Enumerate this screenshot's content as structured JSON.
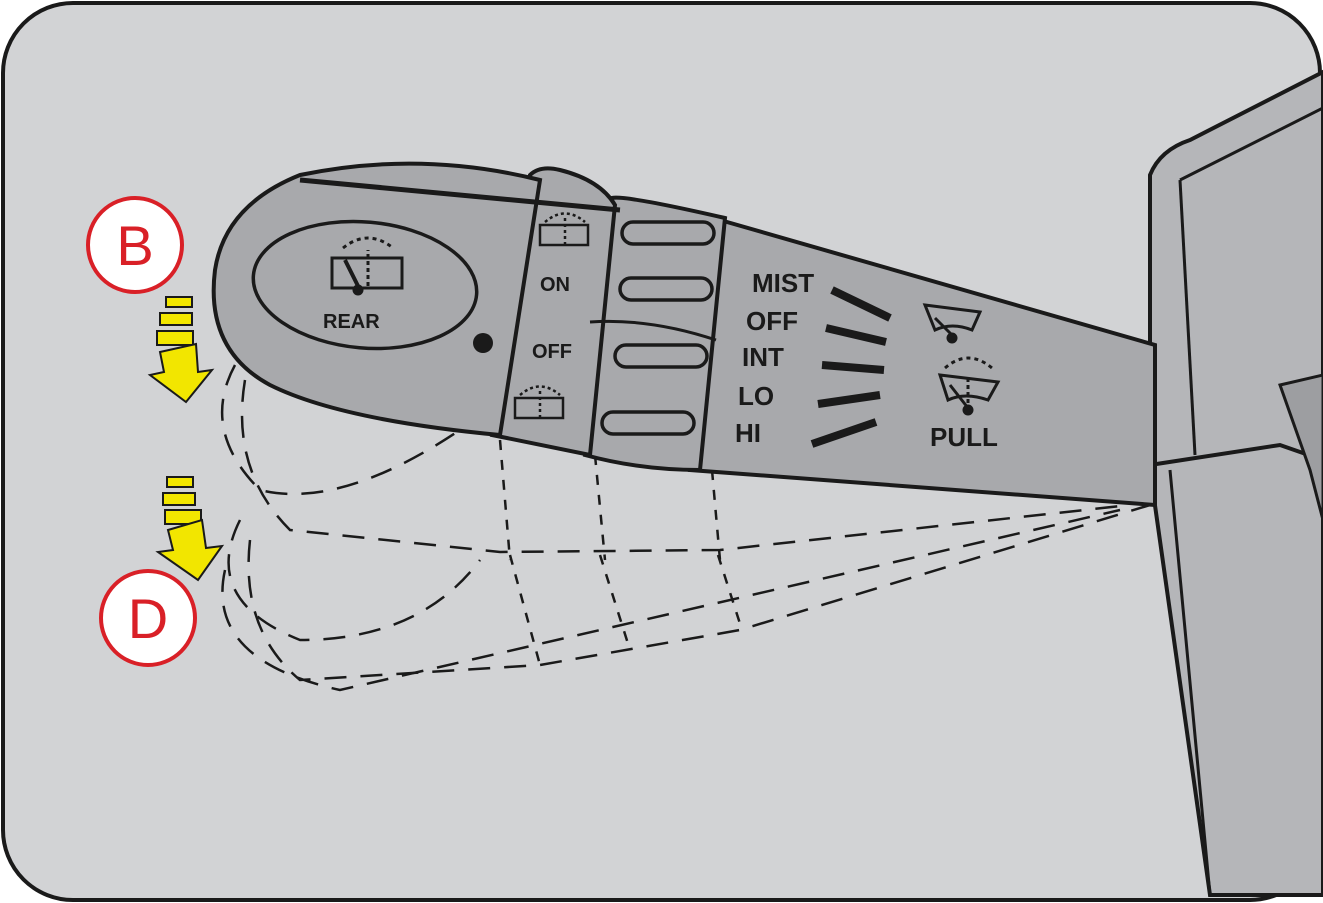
{
  "callouts": {
    "b": "B",
    "d": "D"
  },
  "switch": {
    "rear_label": "REAR",
    "on_label": "ON",
    "off_label": "OFF",
    "modes": [
      "MIST",
      "OFF",
      "INT",
      "LO",
      "HI"
    ],
    "pull_label": "PULL"
  },
  "colors": {
    "background": "#d2d3d5",
    "stalk": "#a8a9ac",
    "outline": "#1a1a1a",
    "callout_ring": "#d92027",
    "arrow": "#f2e600"
  }
}
